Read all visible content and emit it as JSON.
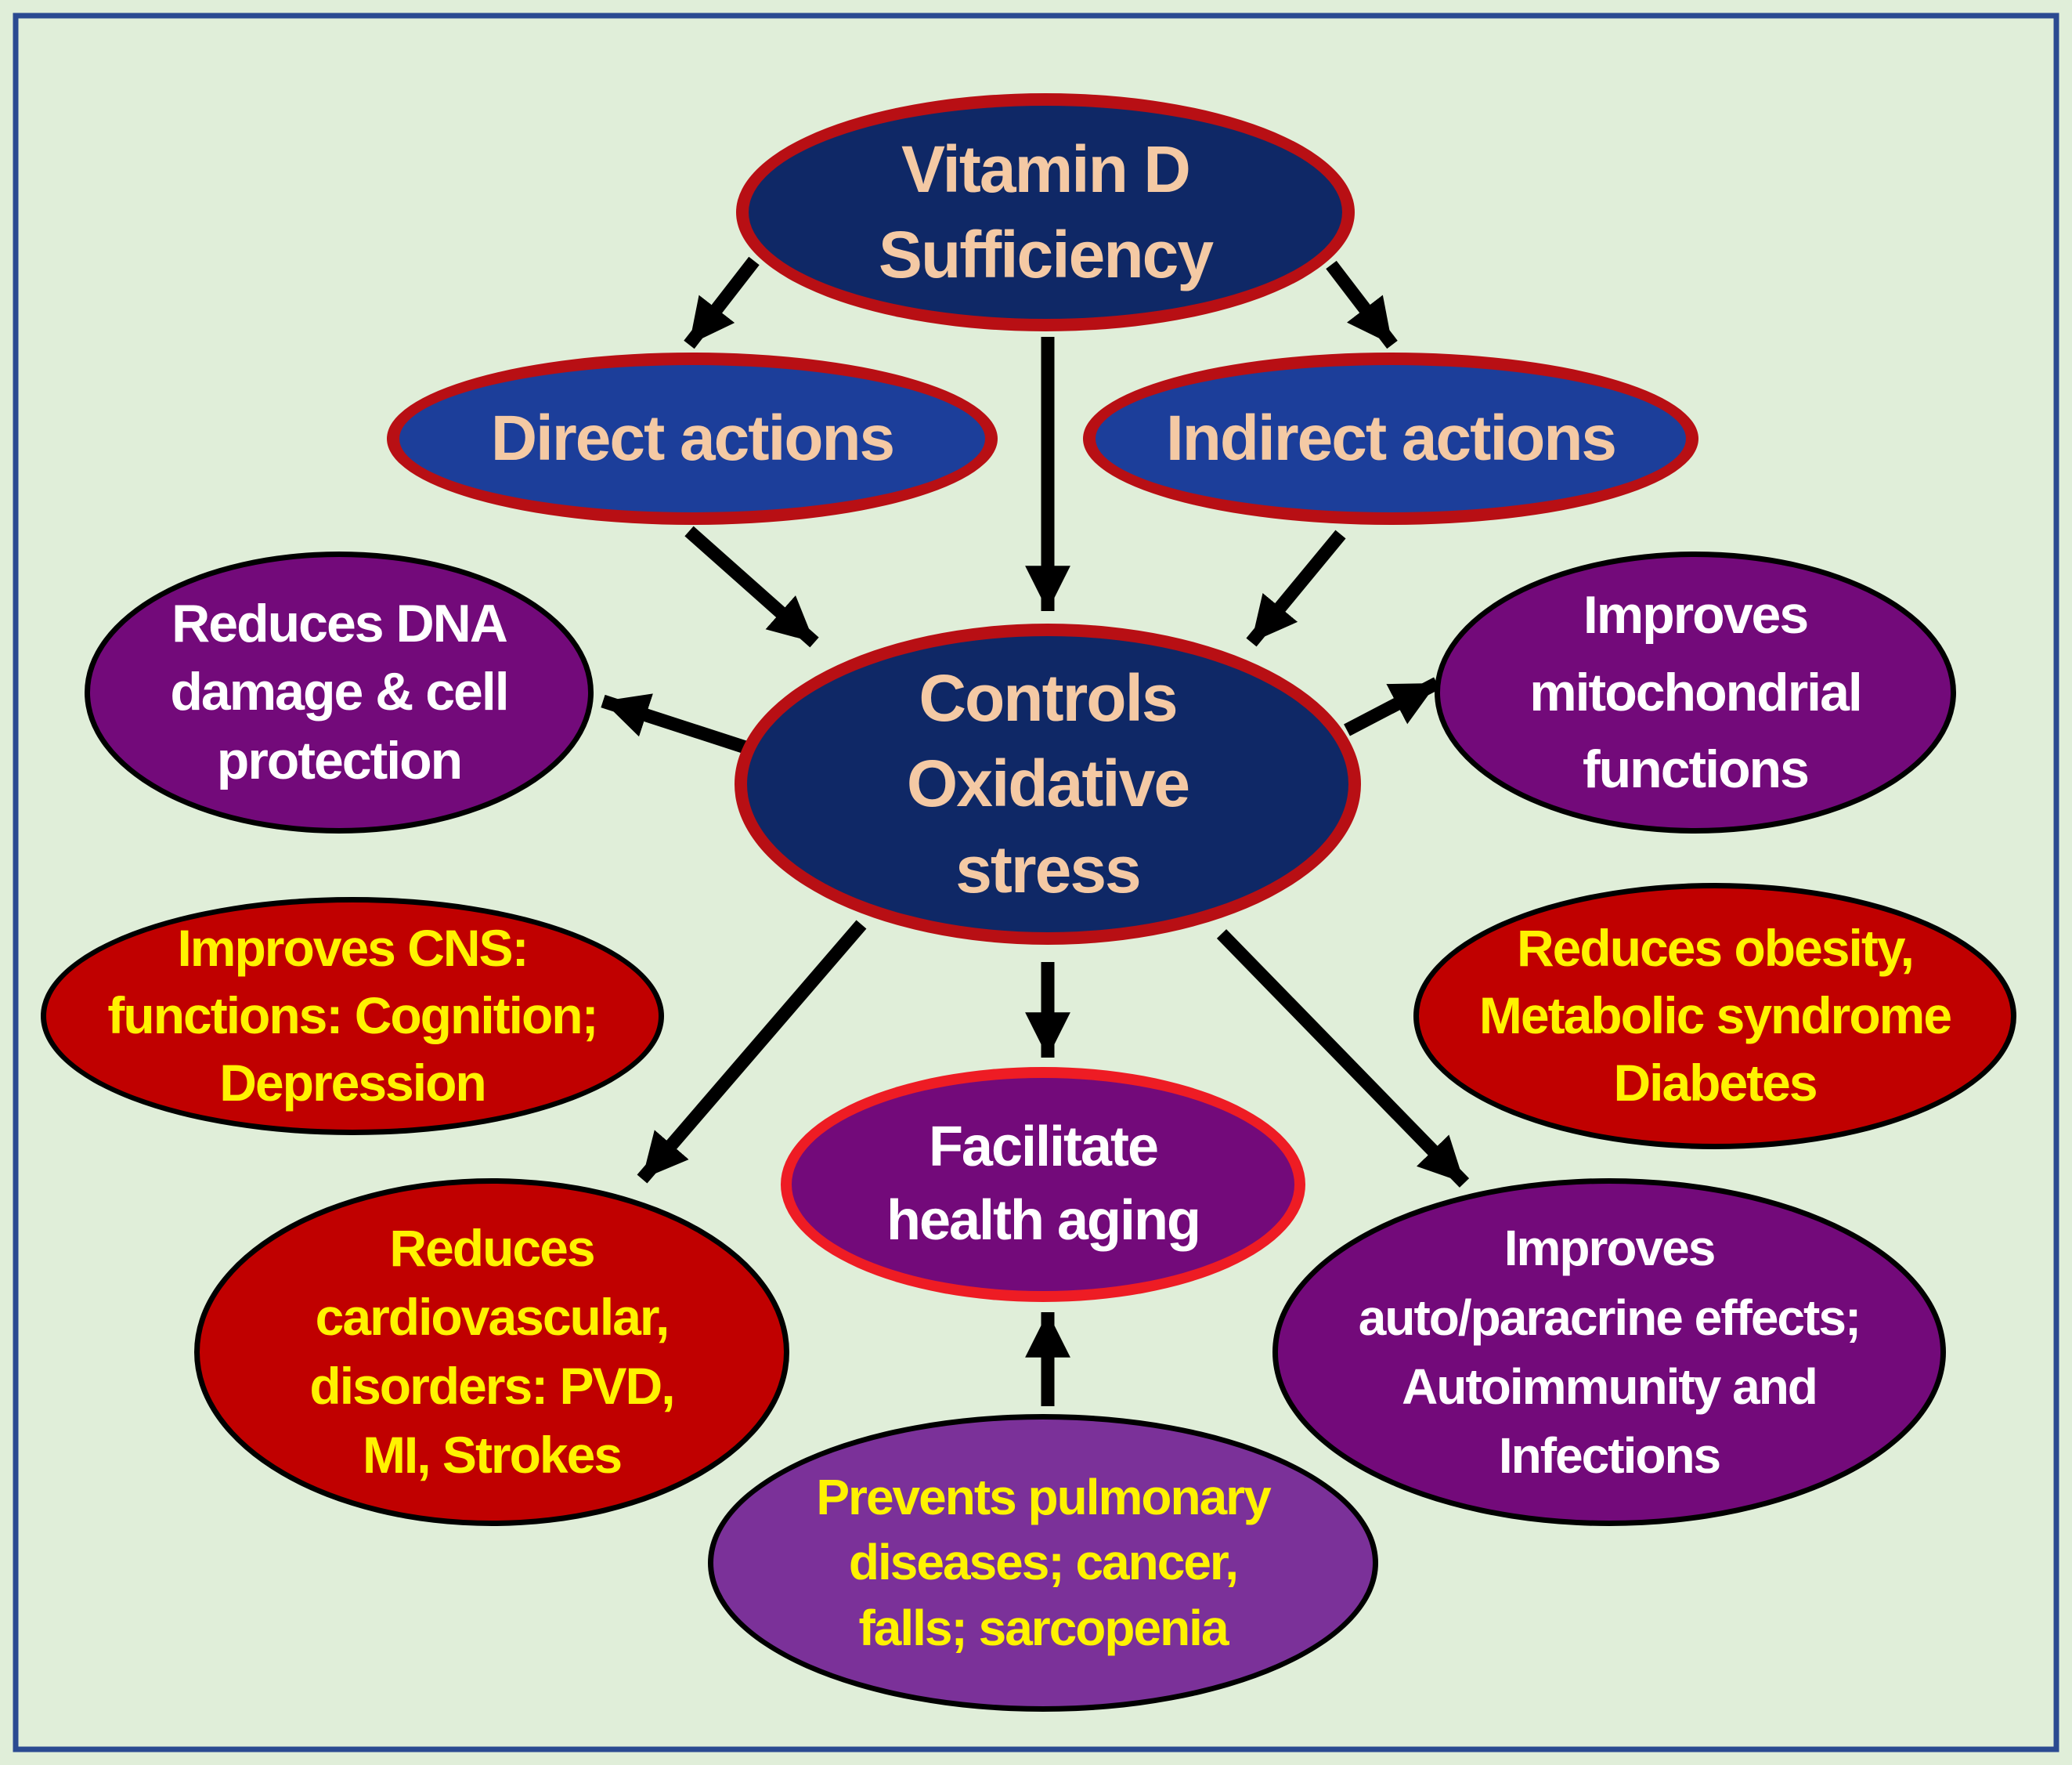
{
  "colors": {
    "background": "#e0eed9",
    "frame": "#2b4a91",
    "navy_fill": "#0f2866",
    "blue_fill": "#1c3e9a",
    "purple_fill": "#730a7a",
    "violet_fill": "#7b3199",
    "red_fill": "#c00000",
    "red_border": "#b80f14",
    "bright_red_border": "#ee1c24",
    "peach_text": "#f4c9a4",
    "white_text": "#ffffff",
    "yellow_text": "#fff200",
    "arrow": "#000000"
  },
  "nodes": {
    "vitamin_d": {
      "text": "Vitamin D\nSufficiency"
    },
    "direct_actions": {
      "text": "Direct actions"
    },
    "indirect_actions": {
      "text": "Indirect actions"
    },
    "oxidative_stress": {
      "text": "Controls\nOxidative\nstress"
    },
    "dna_damage": {
      "text": "Reduces DNA\ndamage & cell\nprotection"
    },
    "mitochondrial": {
      "text": "Improves\nmitochondrial\nfunctions"
    },
    "cns": {
      "text": "Improves CNS:\nfunctions: Cognition;\nDepression"
    },
    "obesity": {
      "text": "Reduces obesity,\nMetabolic syndrome\nDiabetes"
    },
    "healthy_aging": {
      "text": "Facilitate\nhealth aging"
    },
    "cardiovascular": {
      "text": "Reduces\ncardiovascular,\ndisorders: PVD,\nMI, Strokes"
    },
    "autoimmunity": {
      "text": "Improves\nauto/paracrine effects;\nAutoimmunity and\nInfections"
    },
    "pulmonary": {
      "text": "Prevents pulmonary\ndiseases; cancer,\nfalls; sarcopenia"
    }
  },
  "edges": [
    {
      "from": "vitamin_d",
      "to": "direct_actions"
    },
    {
      "from": "vitamin_d",
      "to": "indirect_actions"
    },
    {
      "from": "vitamin_d",
      "to": "oxidative_stress"
    },
    {
      "from": "direct_actions",
      "to": "oxidative_stress"
    },
    {
      "from": "indirect_actions",
      "to": "oxidative_stress"
    },
    {
      "from": "oxidative_stress",
      "to": "dna_damage"
    },
    {
      "from": "oxidative_stress",
      "to": "mitochondrial"
    },
    {
      "from": "oxidative_stress",
      "to": "healthy_aging"
    },
    {
      "from": "oxidative_stress",
      "to": "cardiovascular"
    },
    {
      "from": "oxidative_stress",
      "to": "autoimmunity"
    },
    {
      "from": "pulmonary",
      "to": "healthy_aging"
    }
  ]
}
